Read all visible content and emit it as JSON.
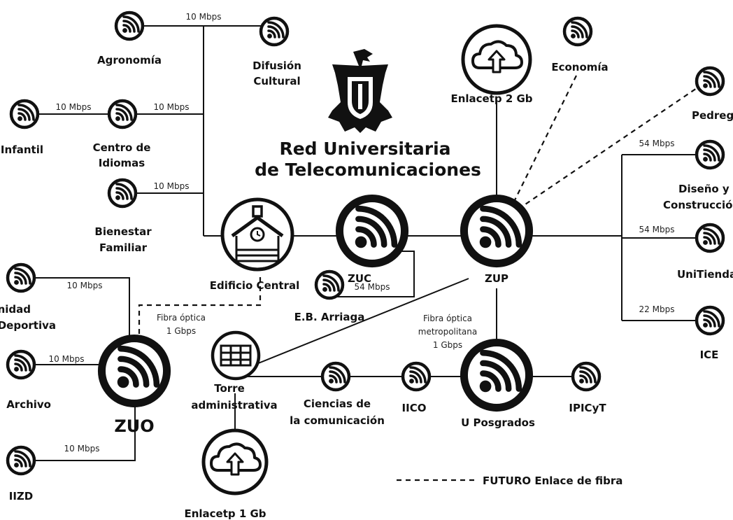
{
  "title_lines": [
    "Red Universitaria",
    "de Telecomunicaciones"
  ],
  "icons": {
    "wifi": "wifi-icon",
    "cloud": "cloud-upload-icon",
    "building": "building-clock-icon",
    "tower": "office-tower-icon",
    "logo": "eagle-shield-logo"
  },
  "labels": {
    "agronomia": "Agronomía",
    "difusion_1": "Difusión",
    "difusion_2": "Cultural",
    "infantil": ". Infantil",
    "centro_1": "Centro de",
    "centro_2": "Idiomas",
    "bienestar_1": "Bienestar",
    "bienestar_2": "Familiar",
    "edificio": "Edificio Central",
    "zuc": "ZUC",
    "arriaga": "E.B. Arriaga",
    "zup": "ZUP",
    "enlace2": "Enlacetp 2 Gb",
    "economia": "Economía",
    "pedregal": "Pedregal",
    "diseno_1": "Diseño y",
    "diseno_2": "Construcción",
    "unitienda": "UniTienda",
    "ice": "ICE",
    "unidad_1": "Unidad",
    "unidad_2": "Deportiva",
    "archivo": "Archivo",
    "zuo": "ZUO",
    "iizd": "IIZD",
    "torre_1": "Torre",
    "torre_2": "administrativa",
    "enlace1": "Enlacetp 1 Gb",
    "ciencias_1": "Ciencias de",
    "ciencias_2": "la comunicación",
    "iico": "IICO",
    "posgrados": "U Posgrados",
    "ipicyt": "IPICyT"
  },
  "speeds": {
    "s10": "10 Mbps",
    "s54": "54 Mbps",
    "s22": "22 Mbps",
    "fibra_1": "Fibra óptica",
    "fibra_2": "1 Gbps",
    "metro_1": "Fibra óptica",
    "metro_2": "metropolitana",
    "metro_3": "1 Gbps"
  },
  "legend": {
    "future": "FUTURO Enlace de fibra"
  }
}
